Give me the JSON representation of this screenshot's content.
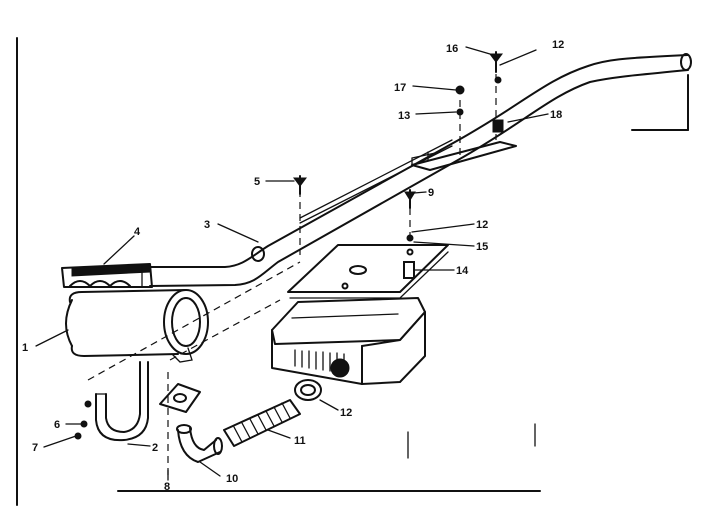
{
  "callouts": [
    {
      "id": "c1",
      "text": "1"
    },
    {
      "id": "c2",
      "text": "2"
    },
    {
      "id": "c3",
      "text": "3"
    },
    {
      "id": "c4",
      "text": "4"
    },
    {
      "id": "c5",
      "text": "5"
    },
    {
      "id": "c6",
      "text": "6"
    },
    {
      "id": "c7",
      "text": "7"
    },
    {
      "id": "c8",
      "text": "8"
    },
    {
      "id": "c9",
      "text": "9"
    },
    {
      "id": "c10",
      "text": "10"
    },
    {
      "id": "c11",
      "text": "11"
    },
    {
      "id": "c12a",
      "text": "12"
    },
    {
      "id": "c12b",
      "text": "12"
    },
    {
      "id": "c12c",
      "text": "12"
    },
    {
      "id": "c13a",
      "text": "13"
    },
    {
      "id": "c14",
      "text": "14"
    },
    {
      "id": "c15",
      "text": "15"
    },
    {
      "id": "c16",
      "text": "16"
    },
    {
      "id": "c17",
      "text": "17"
    },
    {
      "id": "c18",
      "text": "18"
    }
  ]
}
